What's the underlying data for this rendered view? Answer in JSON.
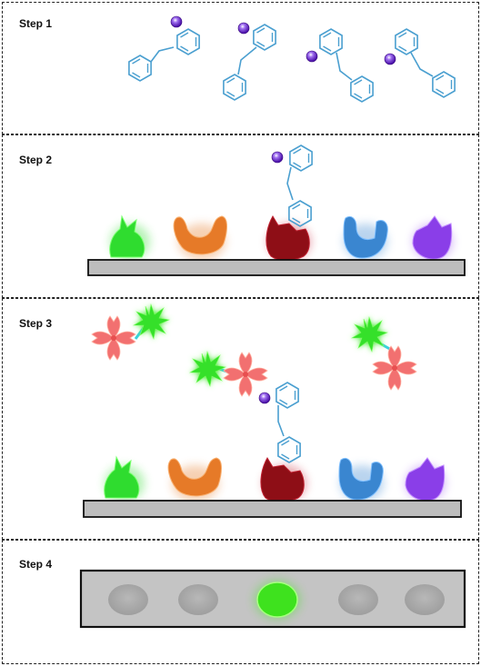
{
  "steps": [
    {
      "label": "Step 1"
    },
    {
      "label": "Step 2"
    },
    {
      "label": "Step 3"
    },
    {
      "label": "Step 4"
    }
  ],
  "colors": {
    "molecule_stroke": "#4a9fd0",
    "tag_bead": "#6a2fc8",
    "surface_fill": "#bdbdbd",
    "receptor_green": "#2fdc2f",
    "receptor_orange": "#e67a28",
    "receptor_darkred": "#8e0e16",
    "receptor_blue": "#3a86d0",
    "receptor_purple": "#8a3ee8",
    "flower_red": "#f06a6a",
    "star_green": "#2ee02e",
    "linker_cyan": "#38d0e0",
    "well_inactive": "#a8a8a8",
    "well_active": "#3ee21e",
    "plate_fill": "#c4c4c4"
  },
  "plate_wells": [
    {
      "state": "inactive"
    },
    {
      "state": "inactive"
    },
    {
      "state": "active"
    },
    {
      "state": "inactive"
    },
    {
      "state": "inactive"
    }
  ]
}
